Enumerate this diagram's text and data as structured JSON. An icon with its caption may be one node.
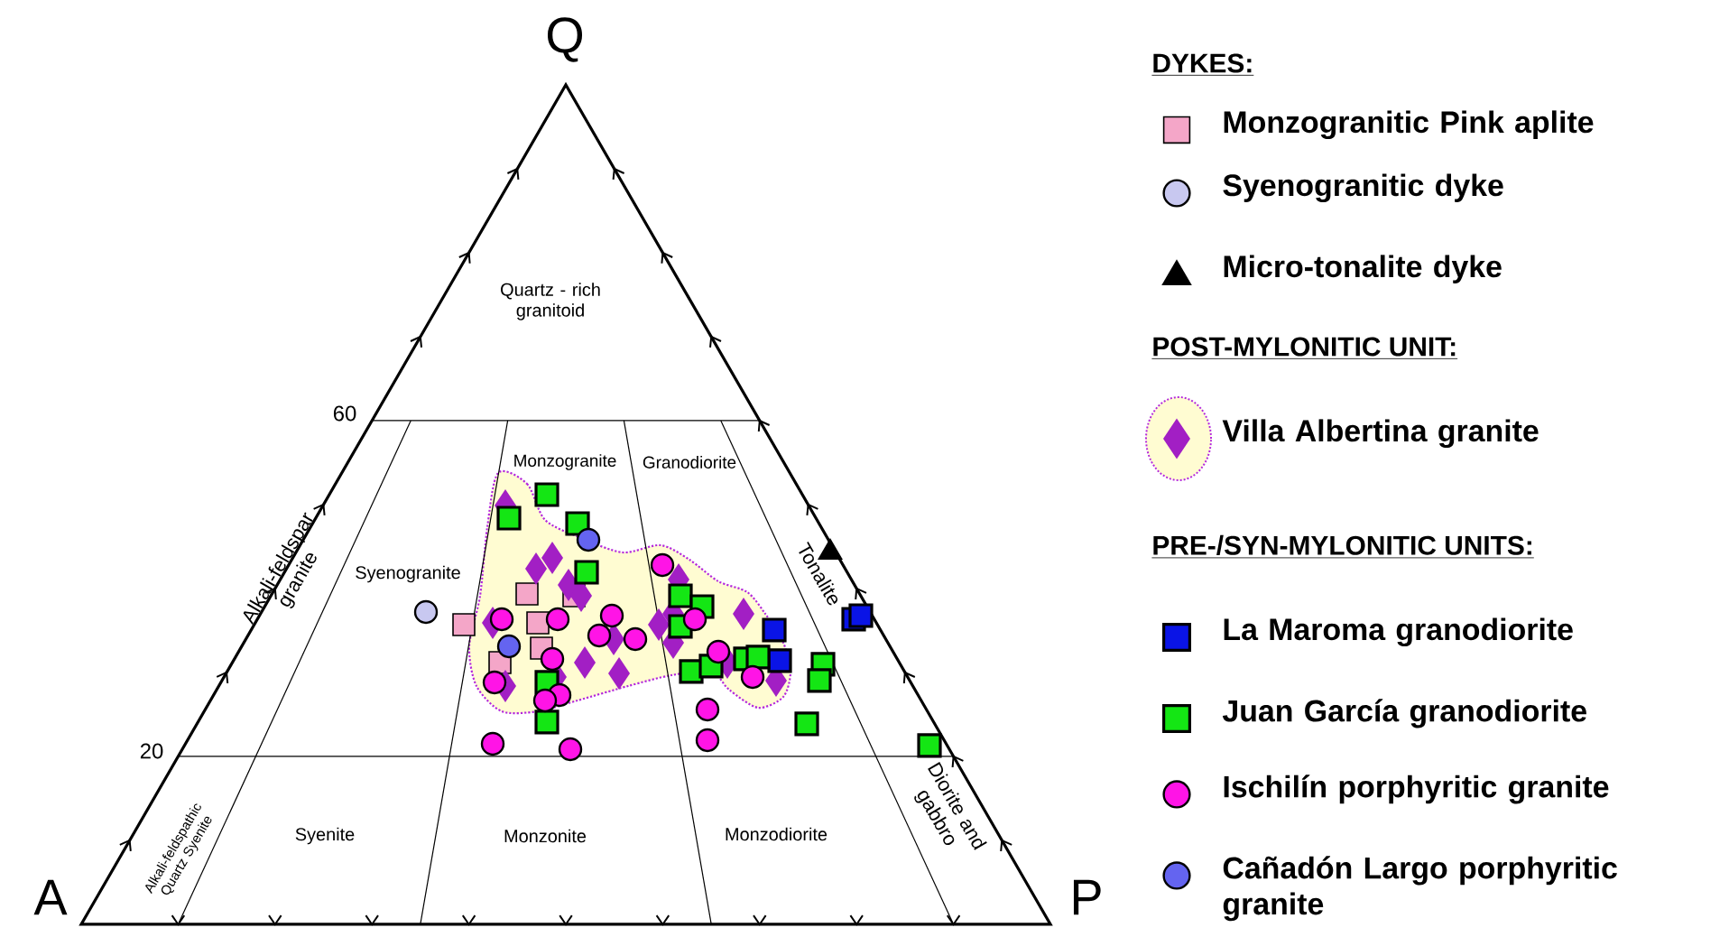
{
  "diagram": {
    "labels": [
      "Q",
      "Quartz - rich granitoid",
      "60",
      "Monzogranite",
      "Granodiorite",
      "Syenogranite",
      "Alkali-feldspar granite",
      "Tonalite",
      "20",
      "Alkali-feldspathic Quartz Syenite",
      "Syenite",
      "Monzonite",
      "Monzodiorite",
      "Diorite and gabbro",
      "A",
      "P",
      "DYKES:",
      "POST-MYLONITIC UNIT:",
      "PRE-/SYN-MYLONITIC UNITS:"
    ],
    "legend": [
      {
        "text": "Monzogranitic Pink aplite",
        "color": "#f4a6c8"
      },
      {
        "text": "Syenogranitic dyke",
        "color": "#c8c8f0"
      },
      {
        "text": "Micro-tonalite dyke",
        "color": "#000000"
      },
      {
        "text": "Villa Albertina granite",
        "color": "#a21fc4"
      },
      {
        "text": "La Maroma granodiorite",
        "color": "#0a14e6"
      },
      {
        "text": "Juan García granodiorite",
        "color": "#14e614"
      },
      {
        "text": "Ischilín porphyritic granite",
        "color": "#ff14e6"
      },
      {
        "text": "Cañadón Largo porphyritic granite",
        "color": "#6464f0"
      }
    ]
  }
}
